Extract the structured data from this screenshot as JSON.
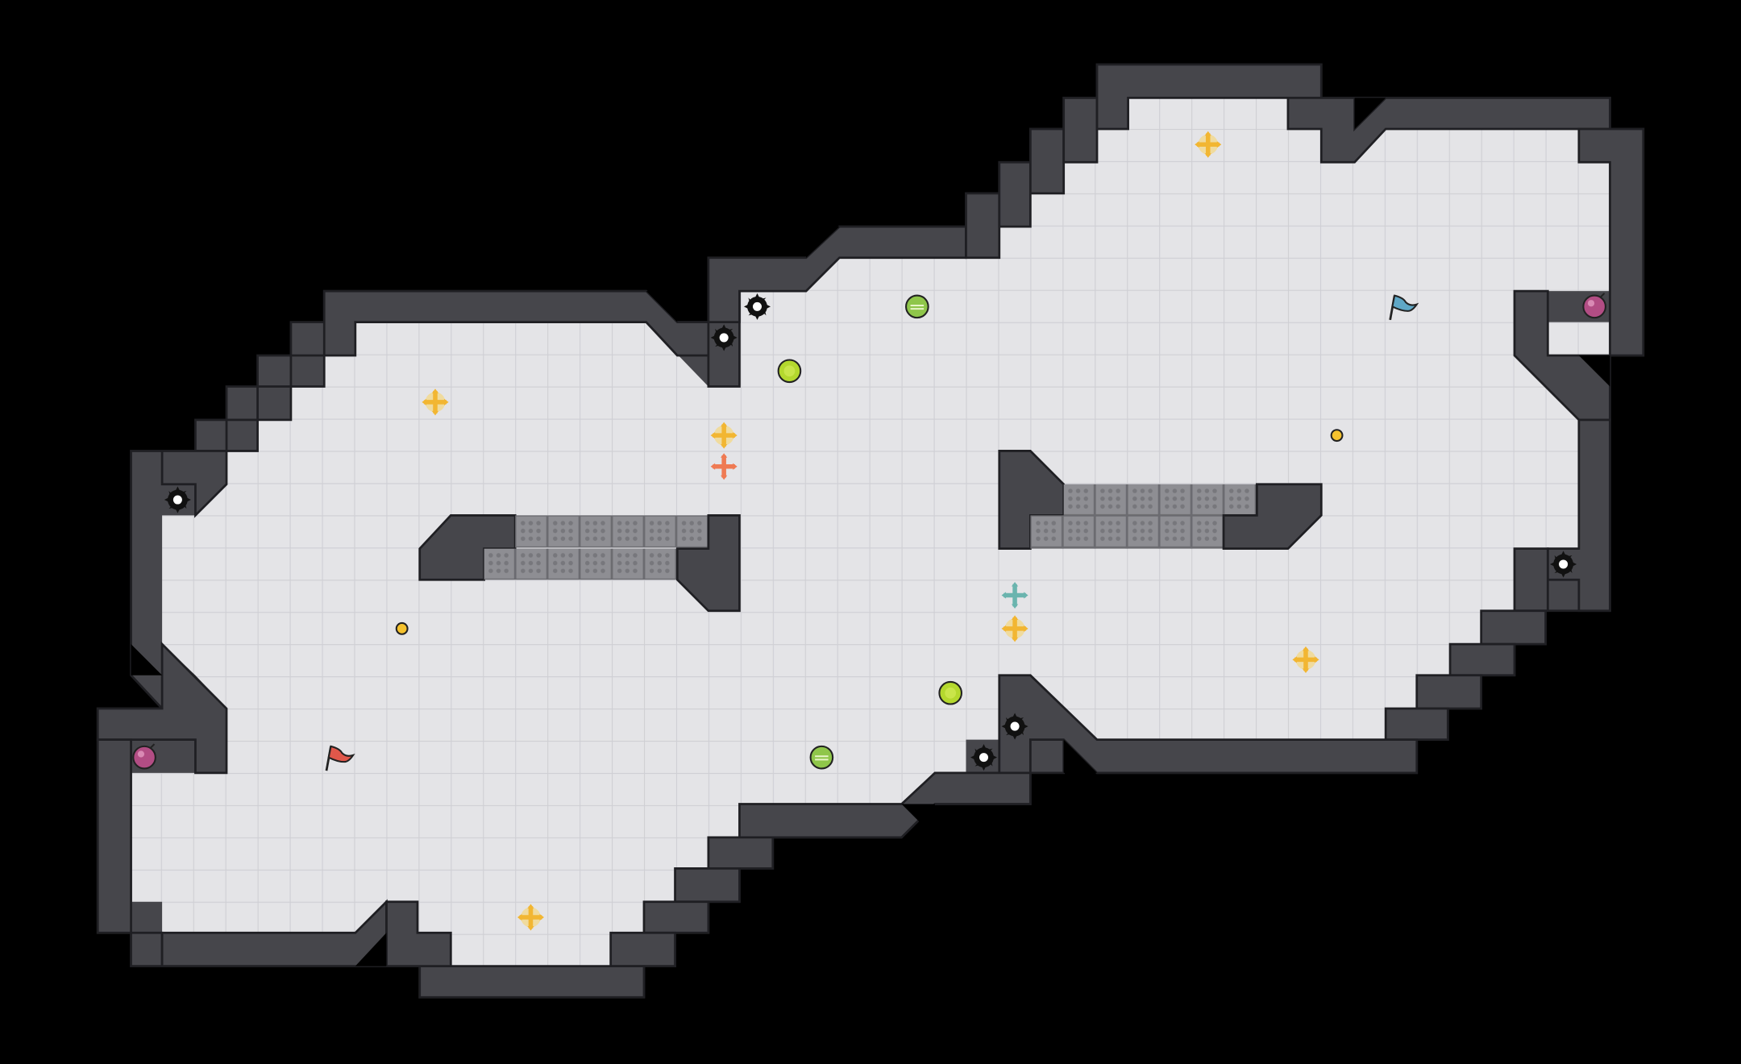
{
  "game": {
    "colors": {
      "background": "#000000",
      "floor": "#e4e4e7",
      "wall": "#46464b",
      "flag_red": "#e0574a",
      "flag_blue": "#5fa7c6",
      "bomb": "#b24d84",
      "powerup_green": "#b4d82e",
      "boost_yellow": "#f2b632",
      "boost_orange": "#ef7a53",
      "boost_teal": "#6ab4ae"
    },
    "objects": [
      {
        "kind": "flag",
        "team": "red",
        "icon": "red-flag-icon"
      },
      {
        "kind": "flag",
        "team": "blue",
        "icon": "blue-flag-icon"
      },
      {
        "kind": "bomb",
        "icon": "bomb-icon"
      },
      {
        "kind": "bomb",
        "icon": "bomb-icon"
      },
      {
        "kind": "powerup",
        "icon": "powerup-icon"
      },
      {
        "kind": "powerup",
        "icon": "powerup-icon"
      },
      {
        "kind": "powerup",
        "icon": "powerup-icon"
      },
      {
        "kind": "powerup",
        "icon": "powerup-icon"
      },
      {
        "kind": "spike",
        "icon": "spike-icon"
      },
      {
        "kind": "spike",
        "icon": "spike-icon"
      },
      {
        "kind": "spike",
        "icon": "spike-icon"
      },
      {
        "kind": "spike",
        "icon": "spike-icon"
      },
      {
        "kind": "spike",
        "icon": "spike-icon"
      },
      {
        "kind": "spike",
        "icon": "spike-icon"
      },
      {
        "kind": "boost",
        "team": "neutral",
        "icon": "boost-icon"
      },
      {
        "kind": "boost",
        "team": "red",
        "icon": "red-boost-icon"
      },
      {
        "kind": "boost",
        "team": "blue",
        "icon": "blue-boost-icon"
      },
      {
        "kind": "small-pellet",
        "icon": "pellet-icon"
      }
    ]
  }
}
